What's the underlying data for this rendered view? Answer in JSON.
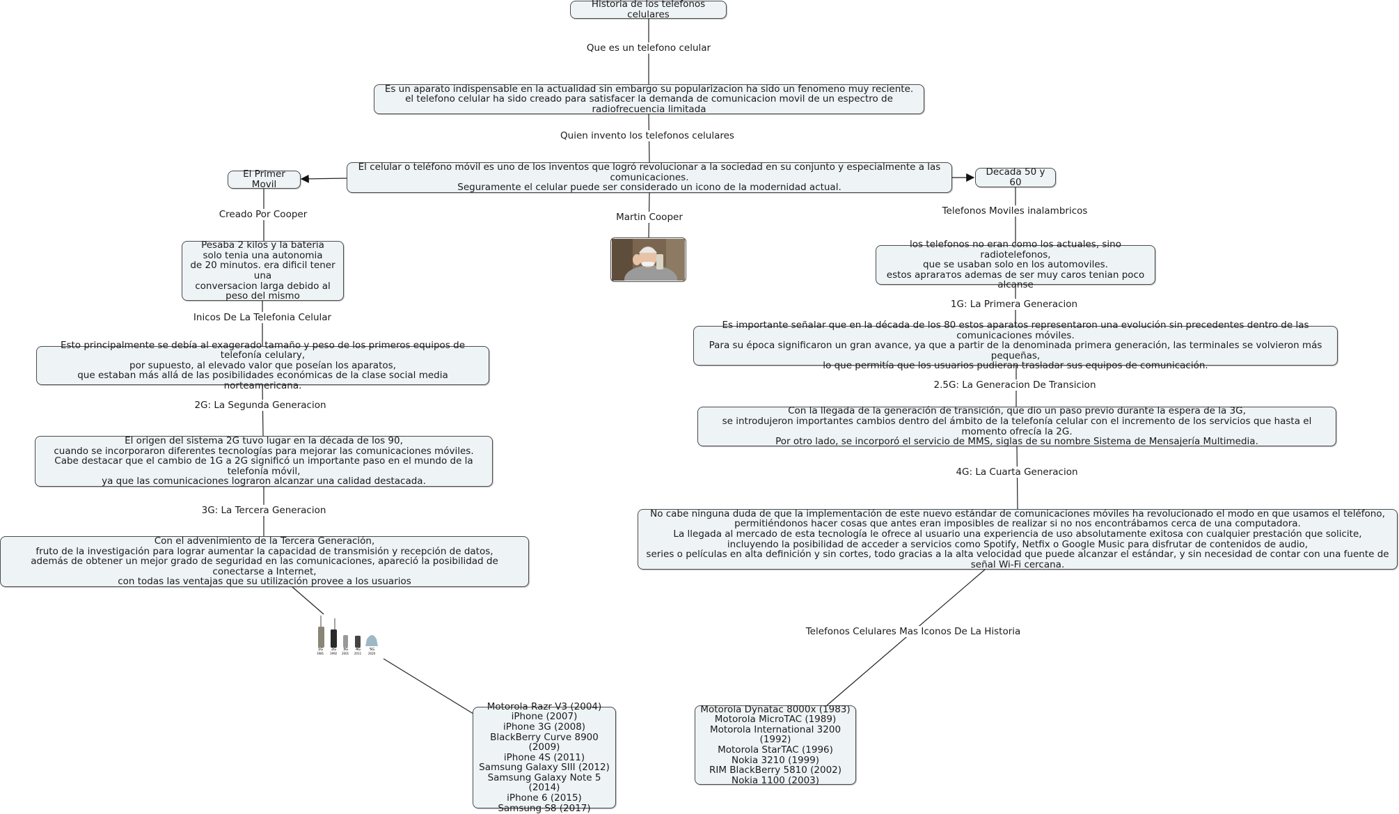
{
  "nodes": {
    "title": "Historia de los telefonos celulares",
    "what_is": "Es un aparato indispensable en la actualidad sin embargo su popularizacion ha sido un fenomeno muy reciente.\nel telefono celular ha sido creado para satisfacer la demanda de comunicacion movil de un espectro de radiofrecuencia limitada",
    "revolution": "El celular o teléfono móvil es uno de los inventos que logró revolucionar a la sociedad en su conjunto y especialmente a las comunicaciones.\nSeguramente el celular puede ser considerado un icono de la modernidad actual.",
    "first_mobile": "El Primer Movil",
    "decade": "Decada 50 y 60",
    "weight": "Pesaba 2 kilos y la bateria\nsolo tenia una autonomia\nde 20 minutos. era dificil tener una\nconversacion larga debido al\npeso del mismo",
    "radiophones": "los telefonos no eran como los actuales, sino radiotelefonos,\nque se usaban solo en los automoviles.\nestos aprarатos ademas de ser muy caros tenian poco alcanse",
    "beginnings": "Esto principalmente se debía al exagerado tamaño y peso de los primeros equipos de telefonía celulary,\npor supuesto, al elevado valor que poseían los aparatos,\nque estaban más allá de las posibilidades económicas de la clase social media norteamericana.",
    "first_gen": "Es importante señalar que en la década de los 80 estos aparatos representaron una evolución sin precedentes dentro de las comunicaciones móviles.\nPara su época significaron un gran avance, ya que a partir de la denominada primera generación, las terminales se volvieron más pequeñas,\nlo que permitía que los usuarios pudieran trasladar sus equipos de comunicación.",
    "second_gen": "El origen del sistema 2G tuvo lugar en la década de los 90,\ncuando se incorporaron diferentes tecnologías para mejorar las comunicaciones móviles.\nCabe destacar que el cambio de 1G a 2G significó un importante paso en el mundo de la telefonía móvil,\nya que las comunicaciones lograron alcanzar una calidad destacada.",
    "transition_gen": "Con la llegada de la generación de transición, que dio un paso previo durante la espera de la 3G,\nse introdujeron importantes cambios dentro del ámbito de la telefonía celular con el incremento de los servicios que hasta el momento ofrecía la 2G.\nPor otro lado, se incorporó el servicio de MMS, siglas de su nombre Sistema de Mensajería Multimedia.",
    "third_gen": "Con el advenimiento de la Tercera Generación,\nfruto de la investigación para lograr aumentar la capacidad de transmisión y recepción de datos,\nademás de obtener un mejor grado de seguridad en las comunicaciones, apareció la posibilidad de conectarse a Internet,\ncon todas las ventajas que su utilización provee a los usuarios",
    "fourth_gen": "No cabe ninguna duda de que la implementación de este nuevo estándar de comunicaciones móviles ha revolucionado el modo en que usamos el teléfono,\npermitiéndonos hacer cosas que antes eran imposibles de realizar si no nos encontrábamos cerca de una computadora.\nLa llegada al mercado de esta tecnología le ofrece al usuario una experiencia de uso absolutamente exitosa con cualquier prestación que solicite,\nincluyendo la posibilidad de acceder a servicios como Spotify, Netfix o Google Music para disfrutar de contenidos de audio,\nseries o películas en alta definición y sin cortes, todo gracias a la alta velocidad que puede alcanzar el estándar, y sin necesidad de contar con una fuente de señal Wi-Fi cercana.",
    "recent_phones": "Motorola Razr V3 (2004)\niPhone (2007)\niPhone 3G (2008)\nBlackBerry Curve 8900 (2009)\niPhone 4S (2011)\nSamsung Galaxy SIII (2012)\nSamsung Galaxy Note 5 (2014)\niPhone 6 (2015)\nSamsung S8 (2017)",
    "classic_phones": "Motorola Dynatac 8000x (1983)\nMotorola MicroTAC (1989)\nMotorola International 3200 (1992)\nMotorola StarTAC (1996)\nNokia 3210 (1999)\nRIM BlackBerry 5810 (2002)\nNokia 1100 (2003)"
  },
  "links": {
    "que_es": "Que es un telefono celular",
    "quien": "Quien invento los telefonos celulares",
    "martin": "Martin Cooper",
    "creado": "Creado Por Cooper",
    "moviles": "Telefonos Moviles inalambricos",
    "inicios": "Inicos De La Telefonia Celular",
    "g1": "1G: La Primera Generacion",
    "g2": "2G: La Segunda Generacion",
    "g25": "2.5G: La Generacion De Transicion",
    "g3": "3G: La Tercera Generacion",
    "g4": "4G: La Cuarta Generacion",
    "iconos": "Telefonos Celulares Mas Iconos De La Historia"
  },
  "phones_image": {
    "generations": [
      "1G",
      "2G",
      "3G",
      "4G",
      "5G"
    ],
    "years": [
      "1981",
      "1992",
      "2001",
      "2011",
      "2020"
    ]
  },
  "colors": {
    "node_fill": "#eef3f6",
    "node_border": "#4a4a4a",
    "line": "#222222"
  }
}
